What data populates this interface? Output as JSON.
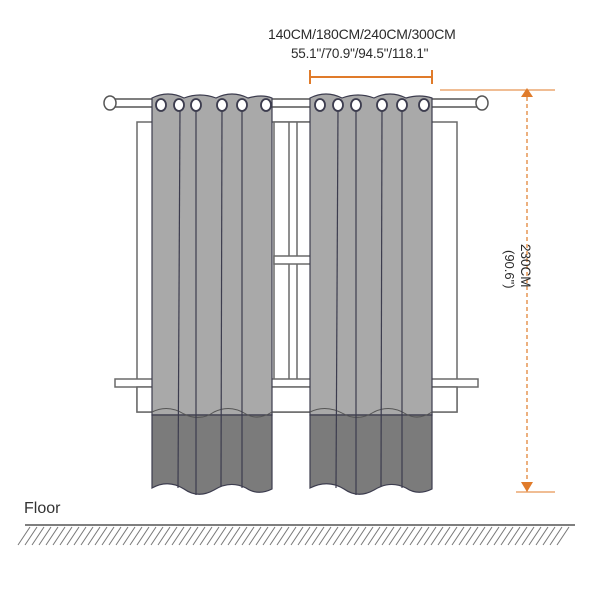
{
  "dimensions": {
    "width_label_cm": "140CM/180CM/240CM/300CM",
    "width_label_in": "55.1\"/70.9\"/94.5\"/118.1\"",
    "height_label_cm": "230CM",
    "height_label_in": "(90.6\")"
  },
  "floor_label": "Floor",
  "colors": {
    "accent_orange": "#e07b2a",
    "curtain_light": "#a9a9a9",
    "curtain_dark": "#7b7b7b",
    "curtain_outline": "#3c3c4e",
    "window_frame": "#6a6a6a"
  },
  "icons": [
    "curtain-rod-icon",
    "window-frame-icon",
    "curtain-panel-icon",
    "grommet-ring-icon",
    "floor-hatch-icon",
    "dimension-arrow-icon"
  ]
}
